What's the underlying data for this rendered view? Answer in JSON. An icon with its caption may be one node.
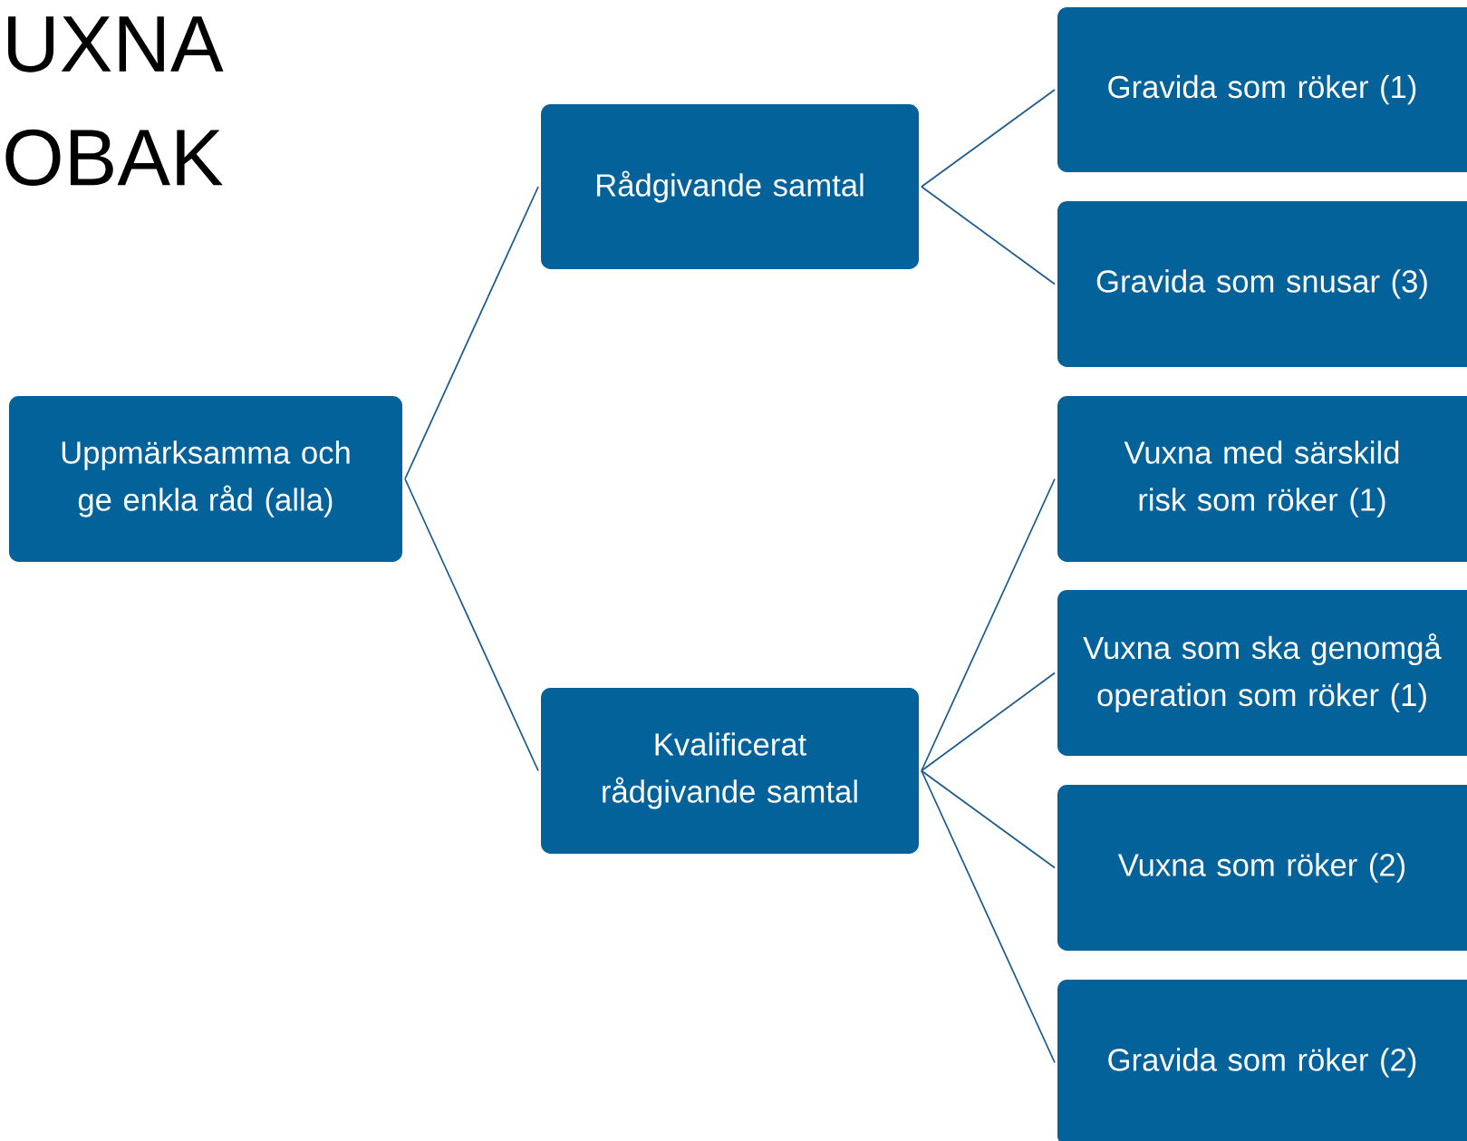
{
  "diagram": {
    "title": "UXNA OBAK",
    "nodes": [
      {
        "text": [
          "Uppmärksamma och ge enkla råd (alla)"
        ]
      },
      {
        "text": [
          "Rådgivande samtal"
        ]
      },
      {
        "text": [
          "Kvalificerat rådgivande samtal"
        ]
      },
      {
        "text": [
          "Gravida som röker (1)"
        ]
      },
      {
        "text": [
          "Gravida som snusar (3)"
        ]
      },
      {
        "text": [
          "Vuxna med särskild risk som röker (1)"
        ]
      },
      {
        "text": [
          "Vuxna som ska genomgå operation som röker (1)"
        ]
      },
      {
        "text": [
          "Vuxna som röker (2)"
        ]
      },
      {
        "text": [
          "Gravida som röker (2)"
        ]
      }
    ],
    "edges": [
      {
        "from": 0,
        "to": 1,
        "arrow": "none"
      },
      {
        "from": 0,
        "to": 2,
        "arrow": "none"
      },
      {
        "from": 1,
        "to": 3,
        "arrow": "none"
      },
      {
        "from": 1,
        "to": 4,
        "arrow": "none"
      },
      {
        "from": 2,
        "to": 5,
        "arrow": "none"
      },
      {
        "from": 2,
        "to": 6,
        "arrow": "none"
      },
      {
        "from": 2,
        "to": 7,
        "arrow": "none"
      },
      {
        "from": 2,
        "to": 8,
        "arrow": "none"
      }
    ]
  }
}
